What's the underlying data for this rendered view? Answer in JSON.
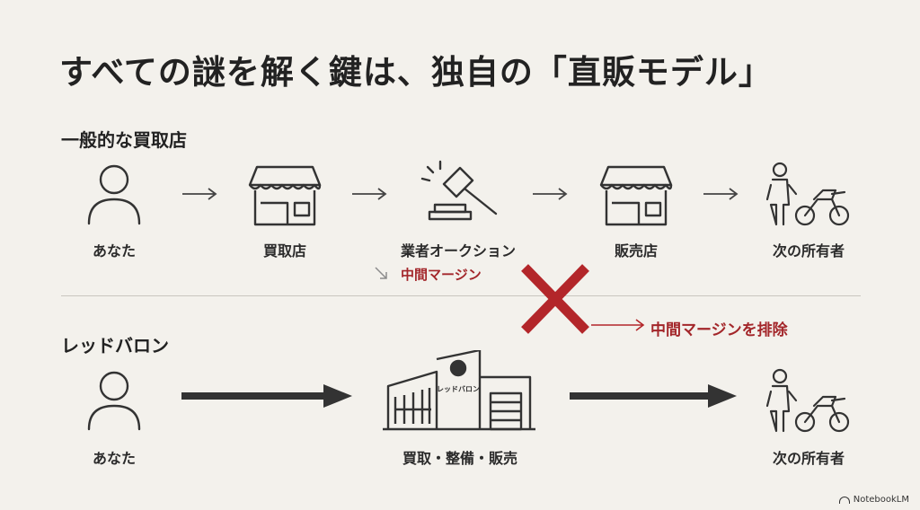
{
  "title": "すべての謎を解く鍵は、独自の「直販モデル」",
  "general": {
    "label": "一般的な買取店",
    "nodes": [
      {
        "label": "あなた",
        "icon": "person-icon"
      },
      {
        "label": "買取店",
        "icon": "storefront-icon"
      },
      {
        "label": "業者オークション",
        "icon": "auction-gavel-icon"
      },
      {
        "label": "販売店",
        "icon": "storefront-icon"
      },
      {
        "label": "次の所有者",
        "icon": "person-with-motorcycle-icon"
      }
    ],
    "margin_note": "中間マージン"
  },
  "redbaron": {
    "label": "レッドバロン",
    "nodes": [
      {
        "label": "あなた",
        "icon": "person-icon"
      },
      {
        "label": "買取・整備・販売",
        "icon": "redbaron-building-icon"
      },
      {
        "label": "次の所有者",
        "icon": "person-with-motorcycle-icon"
      }
    ],
    "building_sign": "レッドバロン",
    "eliminate_note": "中間マージンを排除"
  },
  "watermark": "NotebookLM",
  "colors": {
    "accent_red": "#b3262a",
    "text": "#2b2b2b",
    "background": "#f3f1ec"
  }
}
